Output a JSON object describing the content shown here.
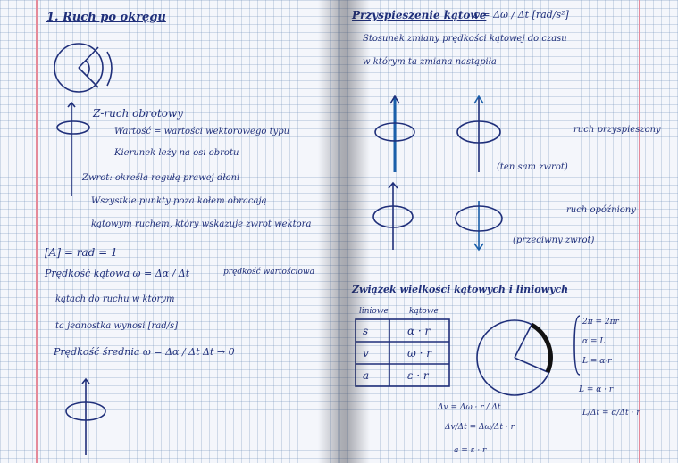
{
  "notebook": {
    "left_page": {
      "title": "1. Ruch po okręgu",
      "section_rotation": "Z-ruch obrotowy",
      "def_wartosc": "Wartość = wartości wektorowego typu",
      "def_kierunek": "Kierunek leży na osi obrotu",
      "def_zwrot": "Zwrot: określa regułą prawej dłoni",
      "line_wszystkie": "Wszystkie punkty poza kołem obracają",
      "line_kolejnosc": "kątowym ruchem, który wskazuje zwrot wektora",
      "unit_line": "[A] = rad = 1",
      "predkosc_katowa": "Prędkość kątowa   ω = Δα / Δt",
      "predkosc_note": "prędkość wartościowa",
      "line_jednostka": "kątach do ruchu w którym",
      "line_jednostka_2": "ta jednostka wynosi [rad/s]",
      "srednia": "Prędkość średnia   ω = Δα / Δt    Δt → 0"
    },
    "right_page": {
      "title": "Przyspieszenie kątowe",
      "formula": "ε = Δω / Δt   [rad/s²]",
      "intro_1": "Stosunek zmiany prędkości kątowej do czasu",
      "intro_2": "w którym ta zmiana nastąpiła",
      "label_przyspieszony": "ruch przyspieszony",
      "label_ten_sam": "(ten sam zwrot)",
      "label_opozniony": "ruch opóźniony",
      "label_przeciwny": "(przeciwny zwrot)",
      "relations_title": "Związek wielkości kątowych i liniowych",
      "col_liniowe": "liniowe",
      "col_katowe": "kątowe",
      "table_rows": [
        {
          "lin": "s",
          "kat": "α · r"
        },
        {
          "lin": "v",
          "kat": "ω · r"
        },
        {
          "lin": "a",
          "kat": "ε · r"
        }
      ],
      "arc_eq_1": "2π = 2πr",
      "arc_eq_2": "α = L",
      "arc_eq_3": "L = α·r",
      "bottom_eq_1": "Δv = Δω · r / Δt",
      "bottom_eq_2": "Δv/Δt = Δω/Δt · r",
      "bottom_eq_3": "a = ε · r",
      "side_eq_1": "L = α · r",
      "side_eq_2": "L/Δt = α/Δt · r"
    }
  }
}
